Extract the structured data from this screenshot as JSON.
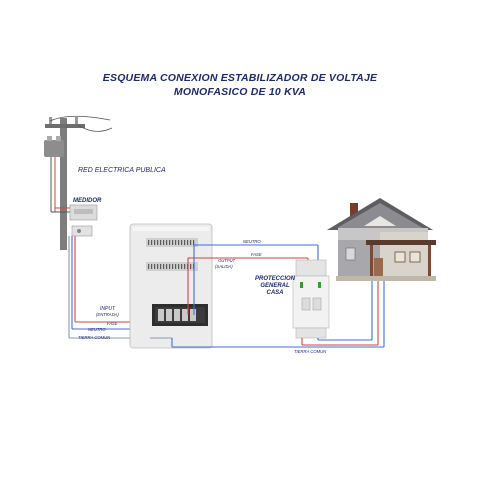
{
  "title": {
    "line1": "ESQUEMA CONEXION ESTABILIZADOR DE VOLTAJE",
    "line2": "MONOFASICO DE 10 KVA"
  },
  "labels": {
    "red_publica": "RED ELECTRICA PUBLICA",
    "medidor": "MEDIDOR",
    "neutro_top": "NEUTRO",
    "fase_top": "FASE",
    "output": "OUTPUT",
    "output_sub": "(SALIDA)",
    "proteccion_l1": "PROTECCION",
    "proteccion_l2": "GENERAL",
    "proteccion_l3": "CASA",
    "input": "INPUT",
    "input_sub": "(ENTRADA)",
    "fase_in": "FASE",
    "neutro_in": "NEUTRO",
    "tierra_left": "TIERRA COMUN",
    "tierra_right": "TIERRA COMUN"
  },
  "colors": {
    "title": "#1f2a6b",
    "fase": "#d9413a",
    "neutro": "#3d6fd8",
    "tierra": "#8a97b3",
    "breaker_accent": "#3a9a3a"
  },
  "icons": {
    "pole": "utility-pole-icon",
    "meter": "electric-meter-icon",
    "stabilizer": "voltage-stabilizer-icon",
    "breaker": "circuit-breaker-icon",
    "house": "house-icon"
  }
}
